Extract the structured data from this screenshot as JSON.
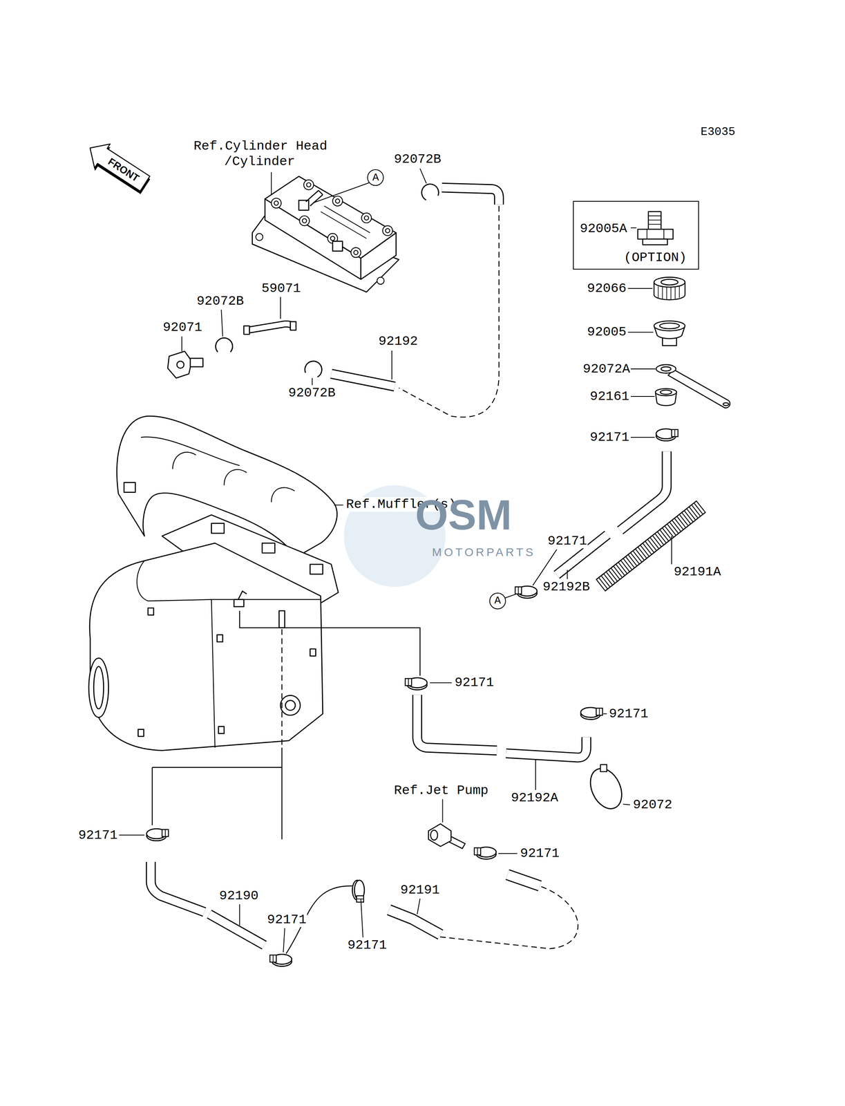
{
  "diagram": {
    "nodes": [
      {
        "text": [
          "FRONT"
        ]
      },
      {
        "text": [
          "A"
        ]
      },
      {
        "text": [
          "92005A",
          "(OPTION)"
        ]
      },
      {
        "text": [
          "A"
        ]
      }
    ],
    "labels": [
      "E3035",
      "Ref.Cylinder Head /Cylinder",
      "92072B",
      "92066",
      "92005",
      "92072A",
      "92161",
      "92171",
      "92072B",
      "59071",
      "92071",
      "92192",
      "92072B",
      "Ref.Muffler(s)",
      "OSM",
      "MOTORPARTS",
      "92171",
      "92192B",
      "92191A",
      "92171",
      "92171",
      "92192A",
      "92072",
      "Ref.Jet Pump",
      "92171",
      "92171",
      "92190",
      "92171",
      "92171",
      "92191"
    ]
  }
}
